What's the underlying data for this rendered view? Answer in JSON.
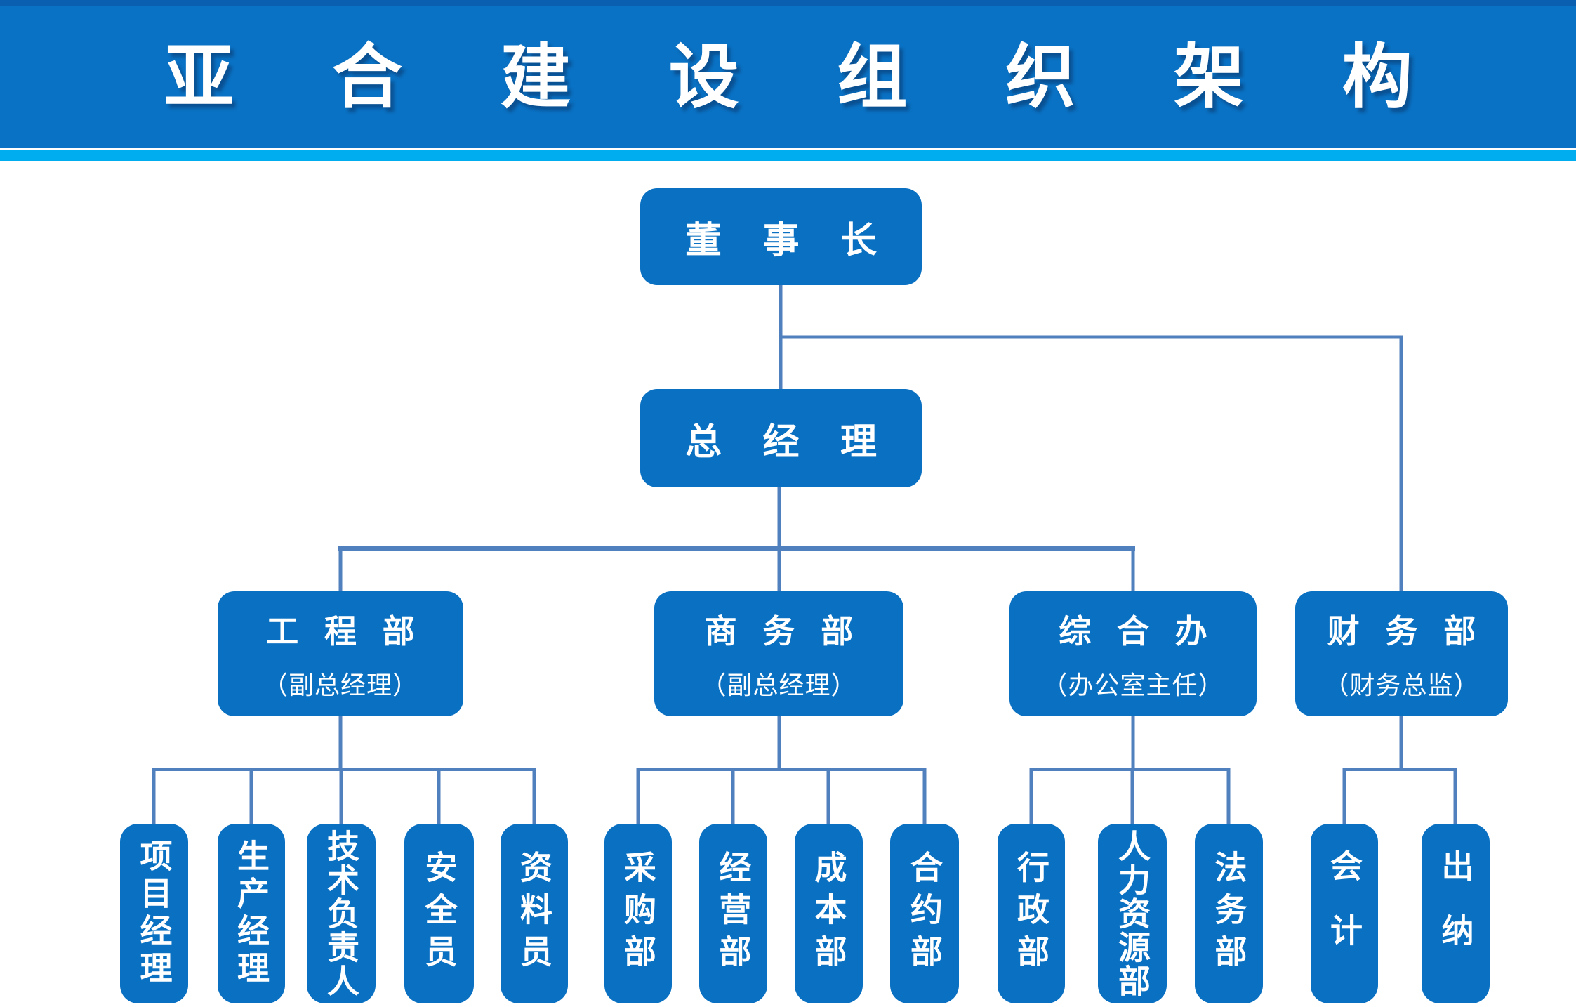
{
  "title": "亚 合 建 设 组 织 架 构",
  "colors": {
    "banner_blue": "#0A72C4",
    "banner_top_blue": "#0A5FB0",
    "stripe_cyan": "#00AEEF",
    "node_blue": "#0A70C2",
    "connector_blue": "#5080BD",
    "text_white": "#FFFFFF"
  },
  "org": {
    "chairman": {
      "label": "董 事 长"
    },
    "general_manager": {
      "label": "总 经 理"
    },
    "departments": [
      {
        "label": "工 程 部",
        "subtitle": "（副总经理）",
        "children": [
          "项目经理",
          "生产经理",
          "技术负责人",
          "安全员",
          "资料员"
        ]
      },
      {
        "label": "商 务 部",
        "subtitle": "（副总经理）",
        "children": [
          "采购部",
          "经营部",
          "成本部",
          "合约部"
        ]
      },
      {
        "label": "综 合 办",
        "subtitle": "（办公室主任）",
        "children": [
          "行政部",
          "人力资源部",
          "法务部"
        ]
      },
      {
        "label": "财 务 部",
        "subtitle": "（财务总监）",
        "children": [
          "会计",
          "出纳"
        ]
      }
    ]
  }
}
